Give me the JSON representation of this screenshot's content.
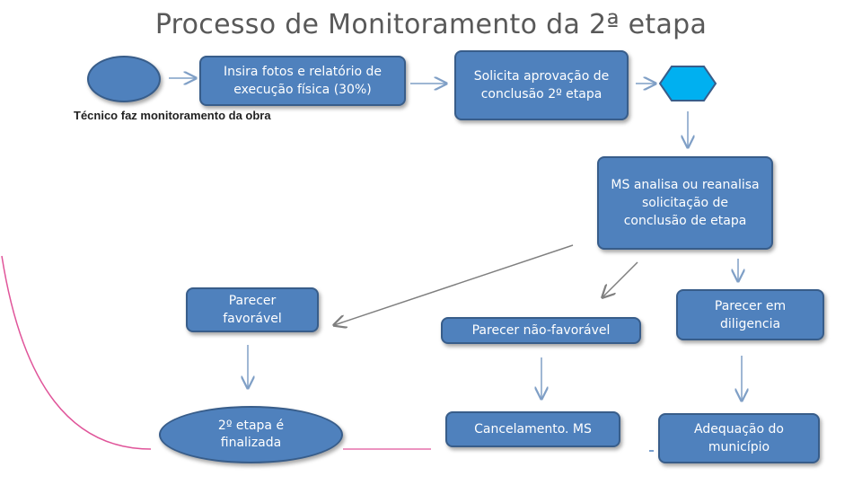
{
  "title": "Processo de Monitoramento da 2ª etapa",
  "start_caption": "Técnico faz monitoramento da obra",
  "nodes": {
    "insert_photos": "Insira fotos e relatório de execução física (30%)",
    "request_approval": "Solicita aprovação de conclusão 2º etapa",
    "ms_analysis": "MS analisa ou reanalisa solicitação de conclusão de etapa",
    "favorable": "Parecer favorável",
    "unfavorable": "Parecer não-favorável",
    "diligence": "Parecer em diligencia",
    "finalized": "2º etapa é finalizada",
    "cancel": "Cancelamento. MS",
    "adequacy": "Adequação do município"
  },
  "colors": {
    "box_fill": "#4f81bd",
    "box_border": "#385d8a",
    "hexagon_fill": "#00b0f0",
    "arrow": "#7f9fc6",
    "curve": "#e0559a"
  }
}
